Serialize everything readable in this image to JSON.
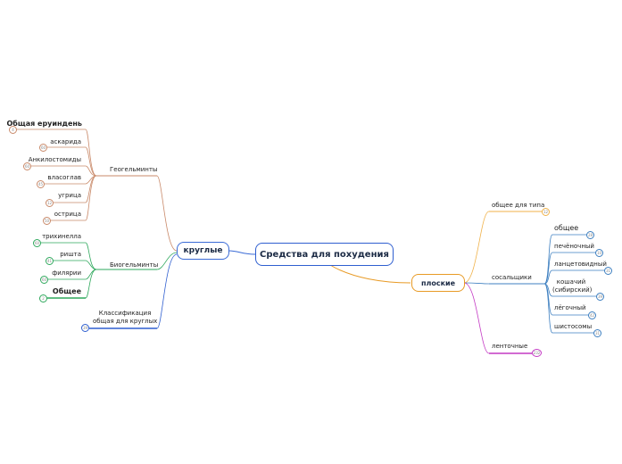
{
  "central": {
    "label": "Средства для похудения"
  },
  "left_main": {
    "label": "круглые"
  },
  "right_main": {
    "label": "плоские"
  },
  "left_groups": {
    "geo": "Геогельминты",
    "bio": "Биогельминты",
    "classification_line1": "Классификация",
    "classification_line2": "общая для круглых"
  },
  "geo_items": [
    "Общая еруиндень",
    "аскарида",
    "Анкилостомиды",
    "власоглав",
    "угрица",
    "острица"
  ],
  "bio_items": [
    "трихинелла",
    "ришта",
    "филярии",
    "Общее"
  ],
  "right_groups": {
    "type": "общее для типа",
    "suck": "сосальщики",
    "tape": "ленточные"
  },
  "suck_items": [
    "общее",
    "печёночный",
    "ланцетовидный",
    "кошачий",
    "(сибирский)",
    "лёгочный",
    "шистосомы"
  ],
  "badges": {
    "geo": [
      "4",
      "60",
      "60",
      "45",
      "12",
      "50"
    ],
    "bio": [
      "60",
      "41",
      "60",
      "2"
    ],
    "classification": "39",
    "type": "12",
    "suck": [
      "28",
      "10",
      "31",
      "39",
      "42",
      "31"
    ],
    "tape": "232"
  },
  "colors": {
    "geo": "#c98a6a",
    "bio": "#2ea85c",
    "classification": "#2f5fd0",
    "left_main": "#3a6bd6",
    "right_main": "#e89a25",
    "type": "#f0b24a",
    "suck": "#3d7fc0",
    "tape": "#c43ac4"
  }
}
